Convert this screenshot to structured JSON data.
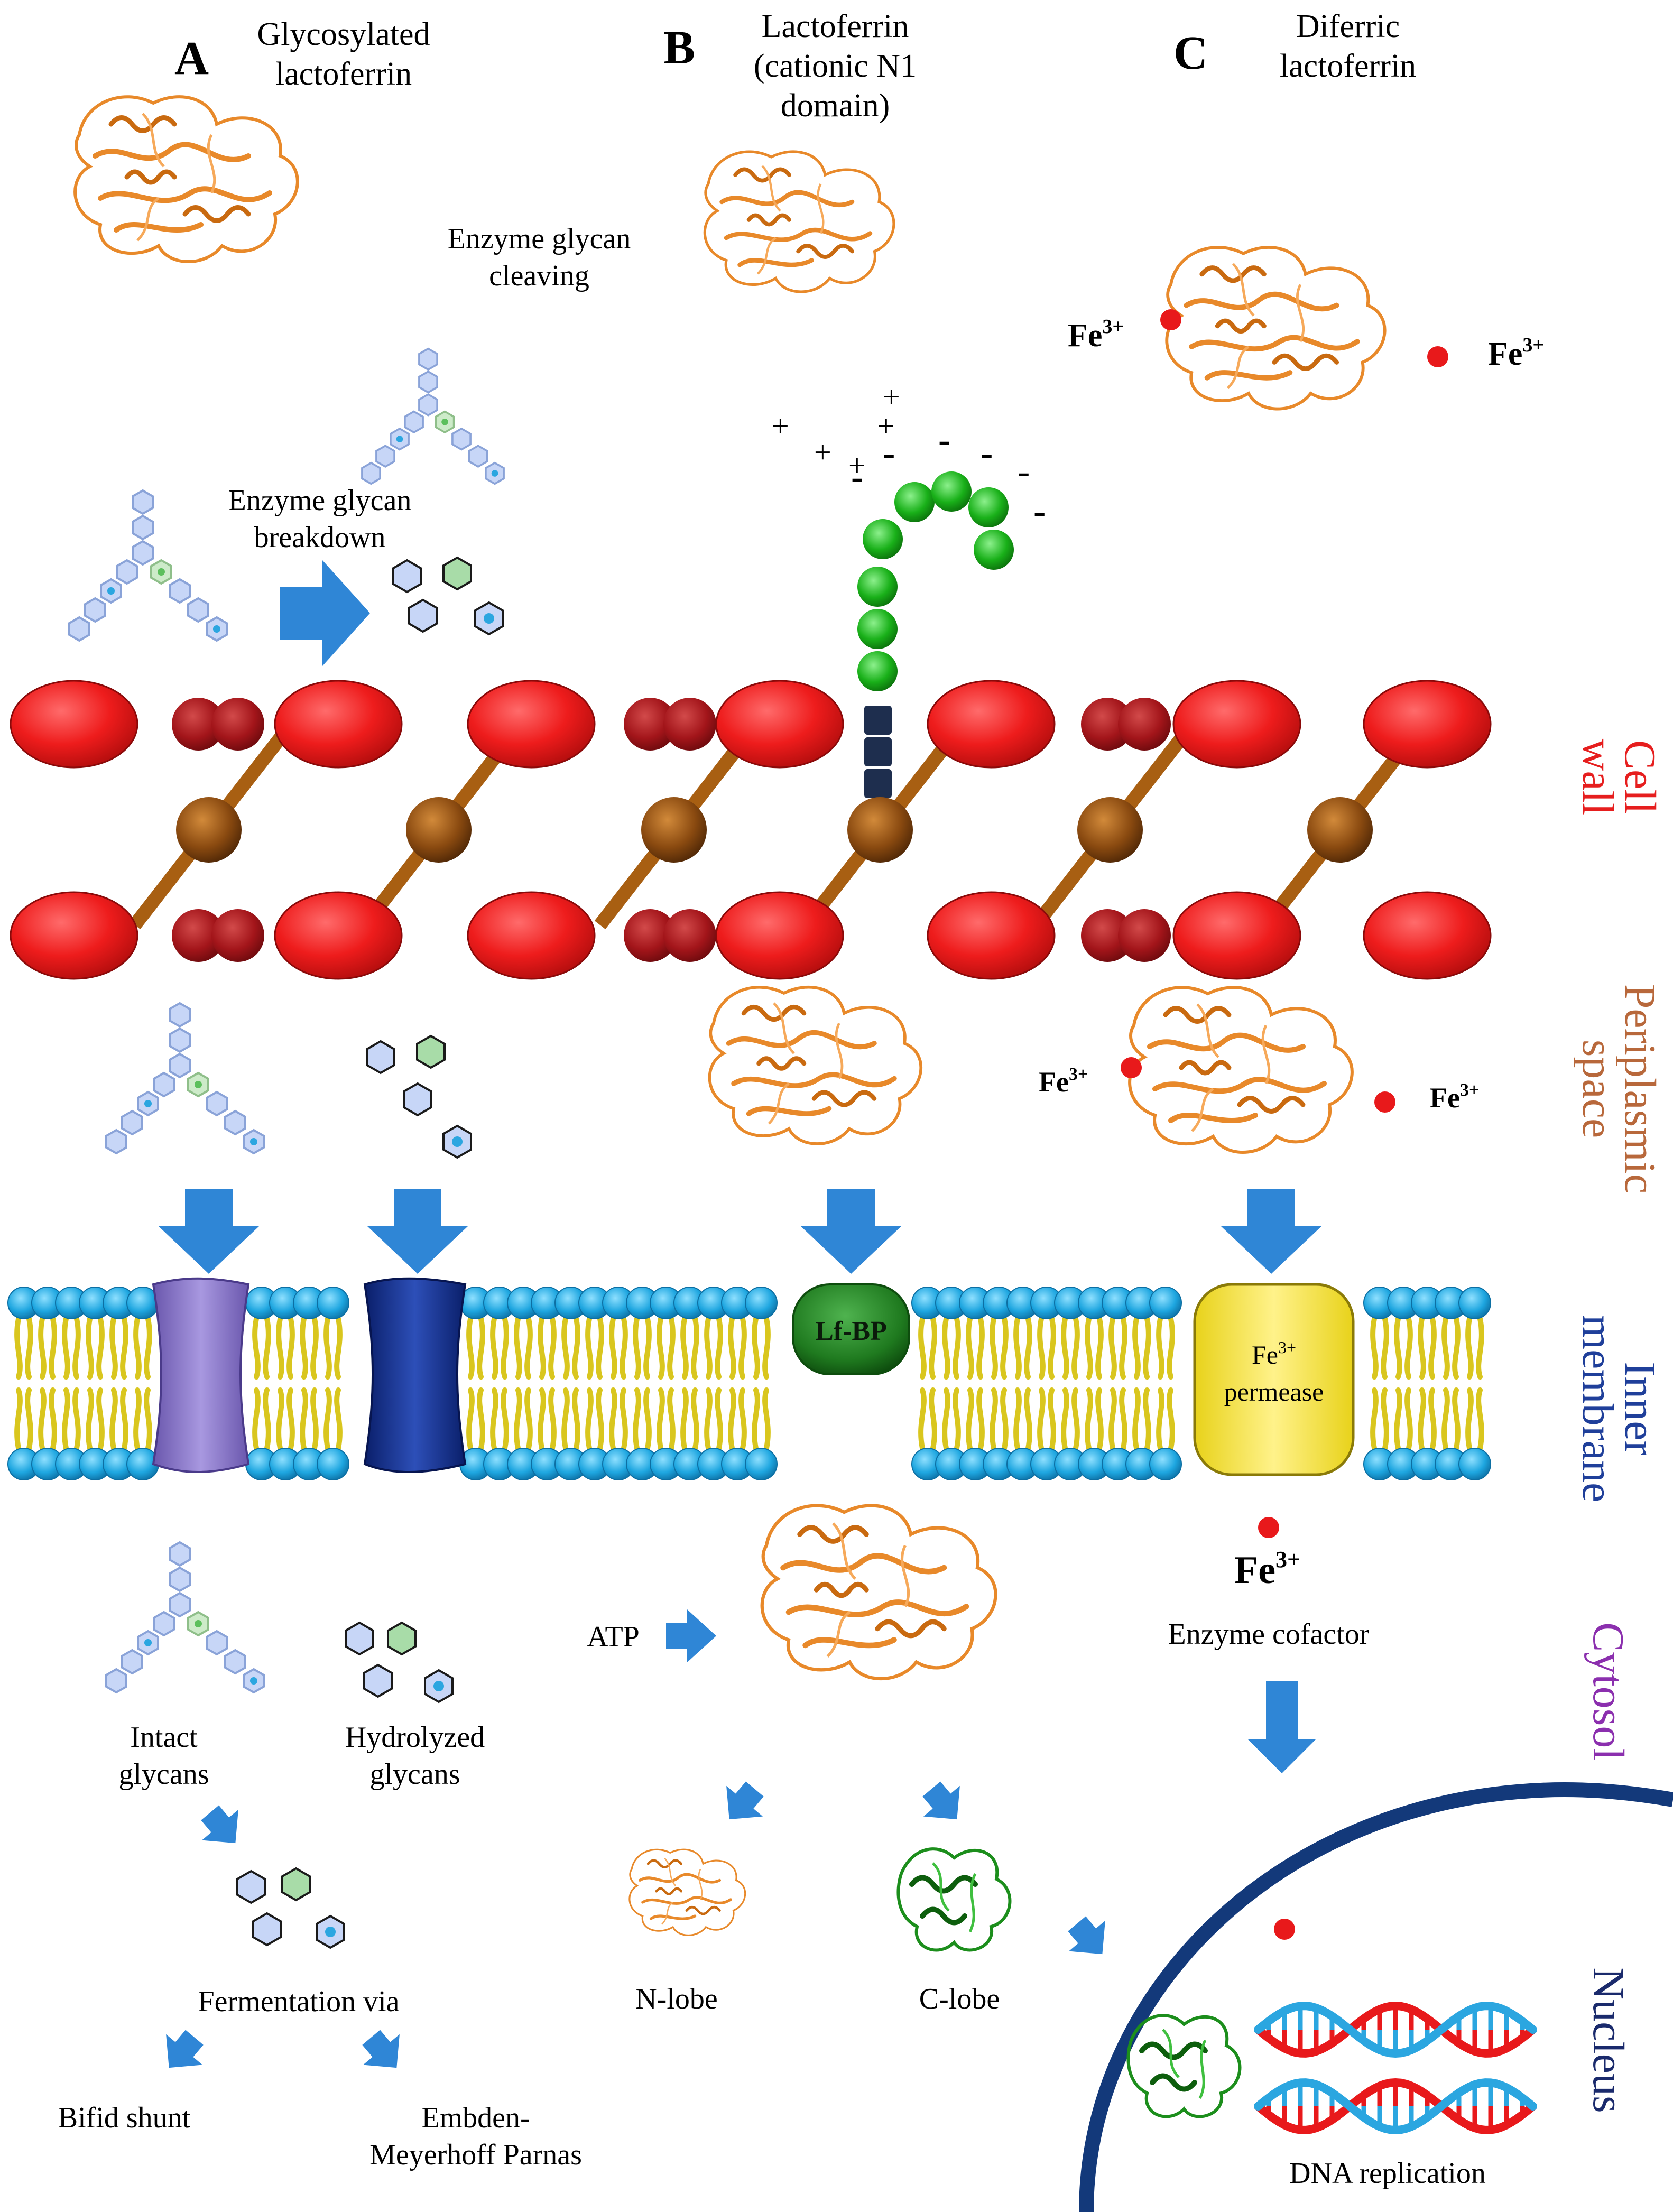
{
  "panels": {
    "a": {
      "letter": "A",
      "title_line1": "Glycosylated",
      "title_line2": "lactoferrin"
    },
    "b": {
      "letter": "B",
      "title_line1": "Lactoferrin",
      "title_line2": "(cationic N1",
      "title_line3": "domain)"
    },
    "c": {
      "letter": "C",
      "title_line1": "Diferric",
      "title_line2": "lactoferrin"
    }
  },
  "labels": {
    "enzyme_cleaving_1": "Enzyme glycan",
    "enzyme_cleaving_2": "cleaving",
    "enzyme_breakdown_1": "Enzyme glycan",
    "enzyme_breakdown_2": "breakdown",
    "fe": "Fe",
    "fe_sup": "3+",
    "lfbp": "Lf-BP",
    "permease_fe": "Fe",
    "permease_sup": "3+",
    "permease": "permease",
    "atp": "ATP",
    "enzyme_cofactor": "Enzyme cofactor",
    "intact_1": "Intact",
    "intact_2": "glycans",
    "hydrolyzed_1": "Hydrolyzed",
    "hydrolyzed_2": "glycans",
    "fermentation": "Fermentation via",
    "bifid": "Bifid shunt",
    "embden_1": "Embden-",
    "embden_2": "Meyerhoff Parnas",
    "nlobe": "N-lobe",
    "clobe": "C-lobe",
    "dna": "DNA replication"
  },
  "compartments": {
    "cell_wall_1": "Cell",
    "cell_wall_2": "wall",
    "periplasmic_1": "Periplasmic",
    "periplasmic_2": "space",
    "inner_1": "Inner",
    "inner_2": "membrane",
    "cytosol": "Cytosol",
    "nucleus": "Nucleus"
  },
  "charges": {
    "plus": "+",
    "minus": "-"
  },
  "colors": {
    "protein": "#e8892a",
    "wall_red": "#ee1c1c",
    "wall_darkred": "#a3151a",
    "linker": "#8a4a10",
    "arrow": "#2f86d6",
    "lipid_head": "#1ea6e0",
    "lipid_tail": "#d9c61e",
    "cell_wall_text": "#e61e1e",
    "periplasm_text": "#b8683b",
    "membrane_text": "#1f3f9a",
    "cytosol_text": "#8b2fae",
    "nucleus_text": "#1a2a6c",
    "lfbp": "#1f7a1f",
    "permease": "#f2dd1c",
    "transporter_purple": "#8874c6",
    "transporter_navy": "#0f2a8a",
    "iron": "#e8191b",
    "nucleus_ring": "#13397a",
    "clobe": "#1c8e1c"
  }
}
